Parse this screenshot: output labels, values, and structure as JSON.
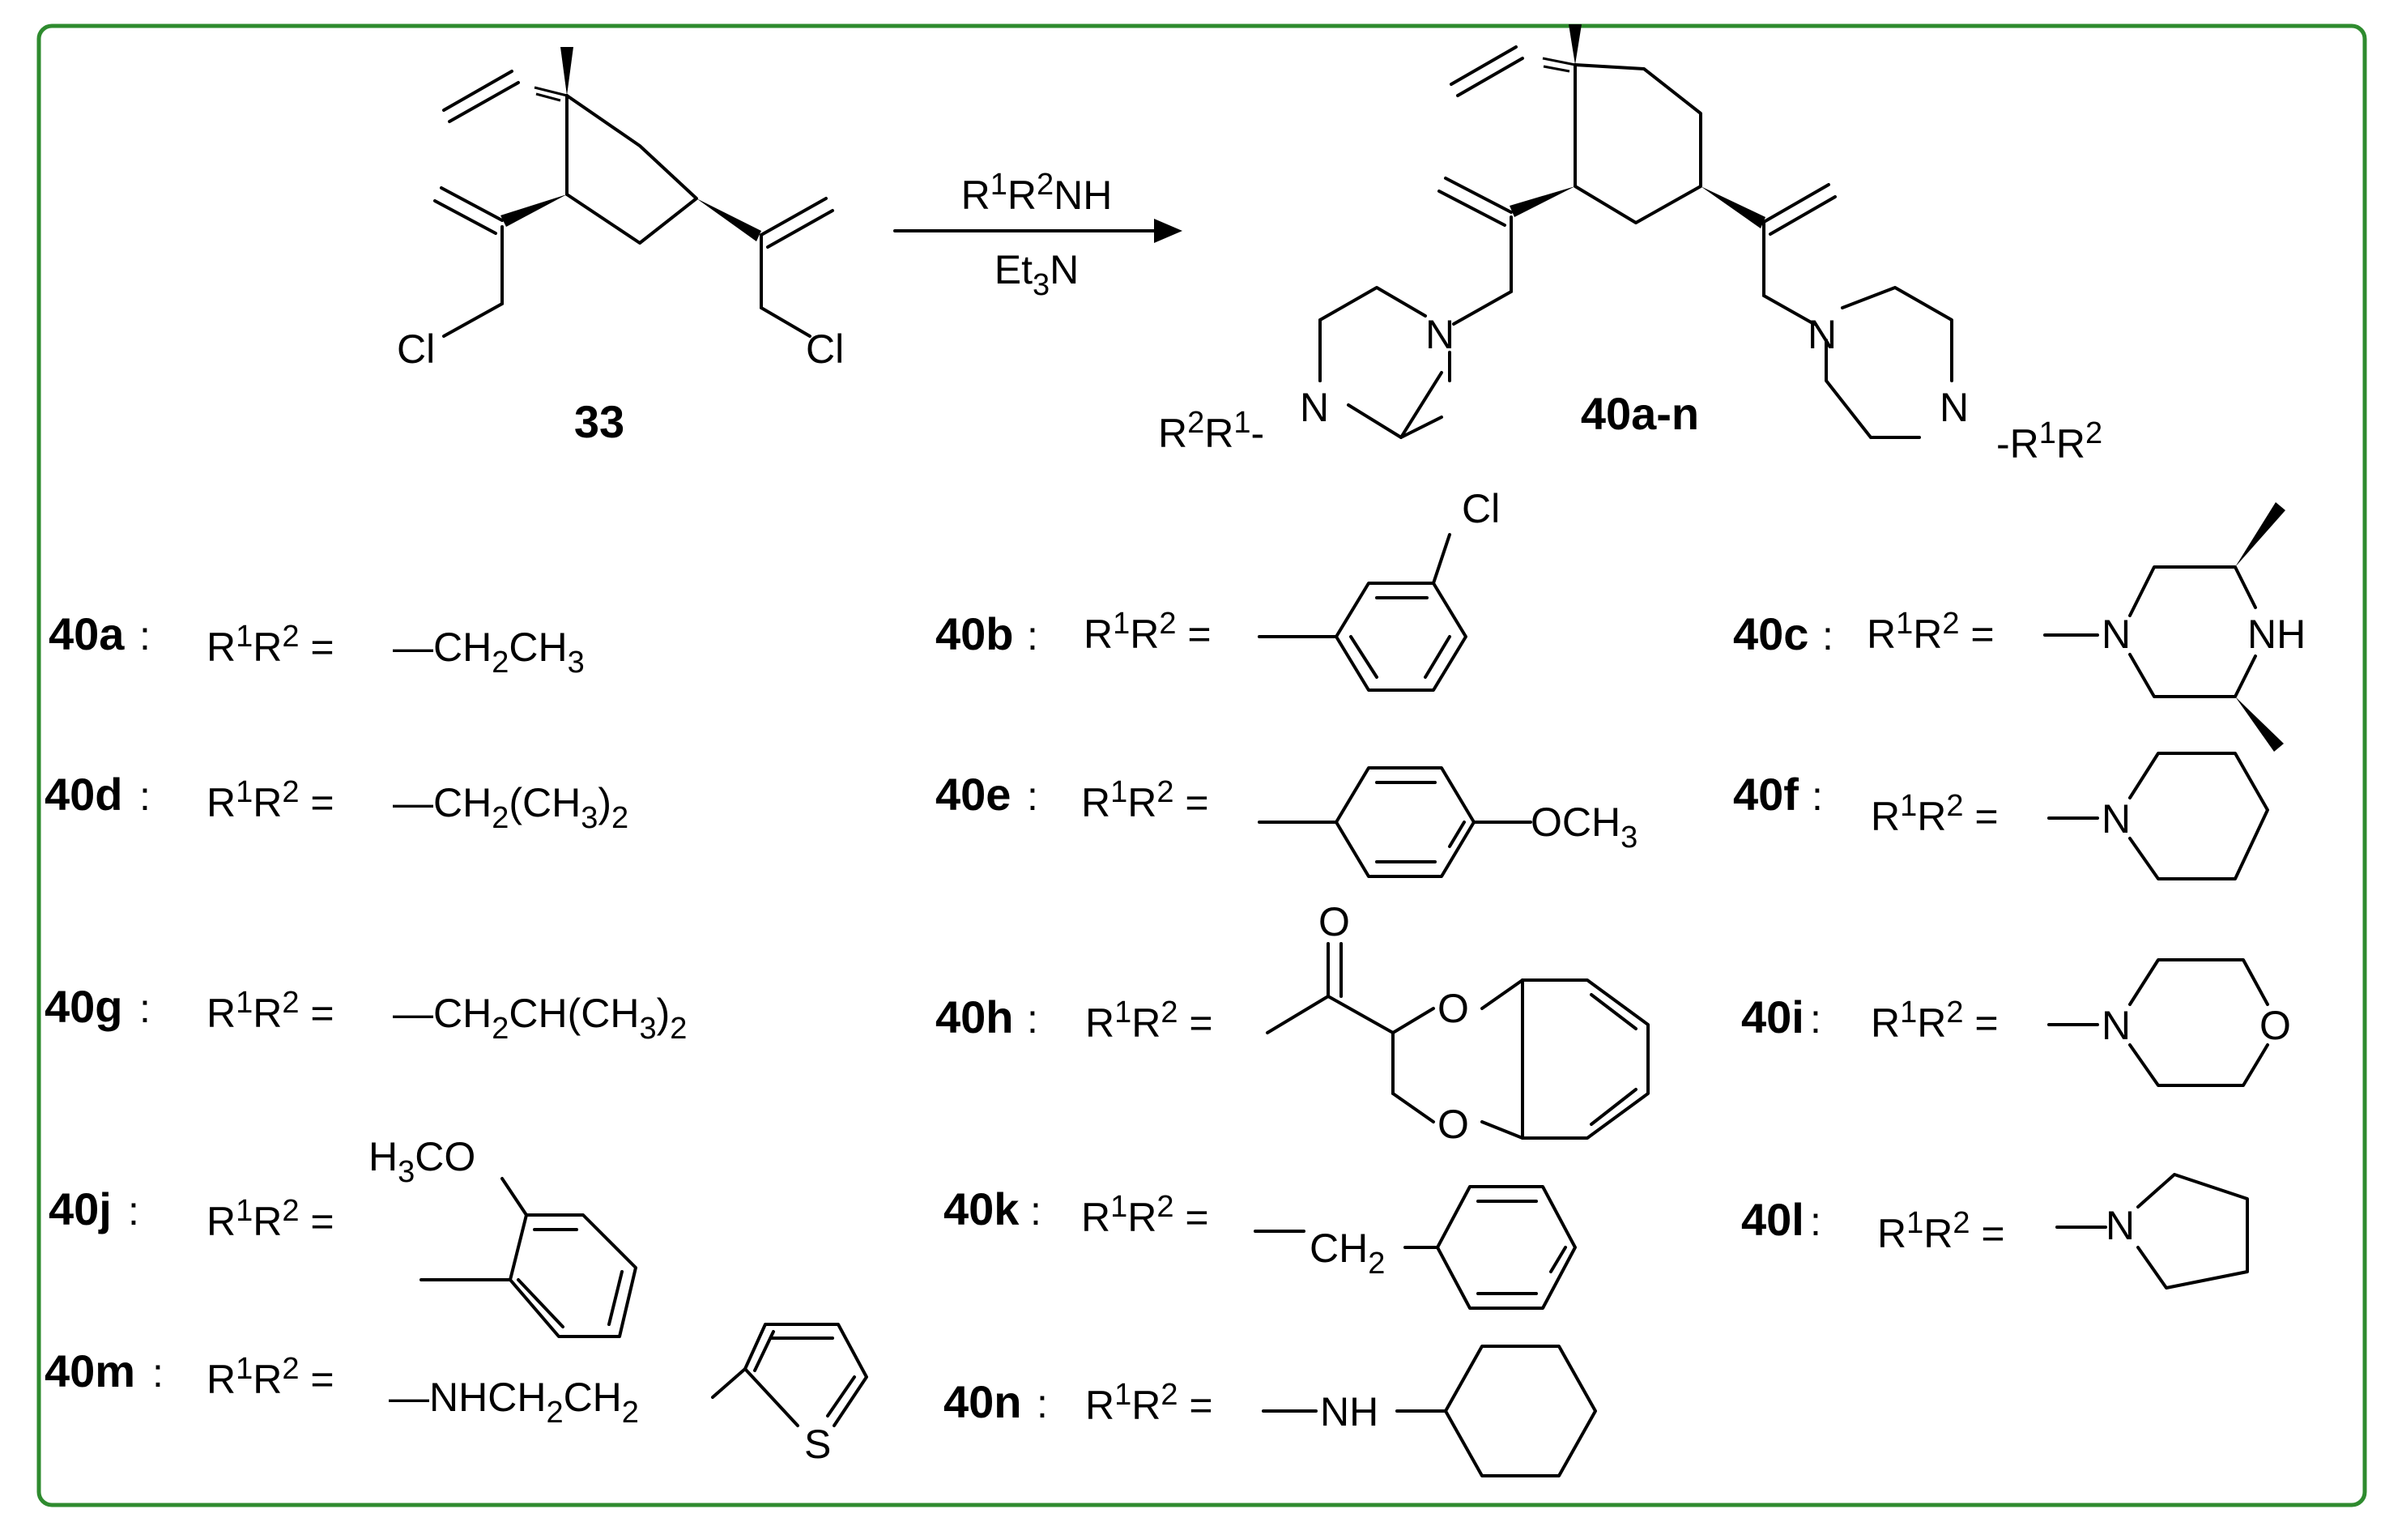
{
  "border_color": "#2e8b2e",
  "reaction": {
    "reactant_label": "33",
    "product_label": "40a-n",
    "reagent_top": "R1R2NH",
    "reagent_bottom": "Et3N",
    "substituent_left": "R2R1-N",
    "substituent_right": "N-R1R2",
    "chlorine": "Cl",
    "nitrogen": "N"
  },
  "entries": [
    {
      "id": "40a",
      "eq": "R1R2 =",
      "group": "—CH2CH3"
    },
    {
      "id": "40b",
      "eq": "R1R2 =",
      "group": "3-chlorophenyl",
      "atom": "Cl"
    },
    {
      "id": "40c",
      "eq": "R1R2 =",
      "group": "cis-3,5-dimethylpiperazin-1-yl",
      "atoms": [
        "N",
        "NH"
      ]
    },
    {
      "id": "40d",
      "eq": "R1R2 =",
      "group": "—CH2(CH3)2"
    },
    {
      "id": "40e",
      "eq": "R1R2 =",
      "group": "—C6H4—OCH3",
      "atom": "OCH3"
    },
    {
      "id": "40f",
      "eq": "R1R2 =",
      "group": "piperidin-1-yl",
      "atom": "N"
    },
    {
      "id": "40g",
      "eq": "R1R2 =",
      "group": "—CH2CH(CH3)2"
    },
    {
      "id": "40h",
      "eq": "R1R2 =",
      "group": "2,3-dihydro-1,4-benzodioxine-2-carbonyl",
      "atoms": [
        "O",
        "O",
        "O"
      ]
    },
    {
      "id": "40i",
      "eq": "R1R2 =",
      "group": "morpholin-4-yl",
      "atoms": [
        "N",
        "O"
      ]
    },
    {
      "id": "40j",
      "eq": "R1R2 =",
      "group": "2-methoxyphenyl",
      "atom": "H3CO"
    },
    {
      "id": "40k",
      "eq": "R1R2 =",
      "group": "—CH2—C6H5",
      "atom": "CH2"
    },
    {
      "id": "40l",
      "eq": "R1R2 =",
      "group": "pyrrolidin-1-yl",
      "atom": "N"
    },
    {
      "id": "40m",
      "eq": "R1R2 =",
      "group": "—NHCH2CH2-thiophene",
      "atom": "S"
    },
    {
      "id": "40n",
      "eq": "R1R2 =",
      "group": "—NH-cyclohexyl",
      "atom": "NH"
    }
  ]
}
